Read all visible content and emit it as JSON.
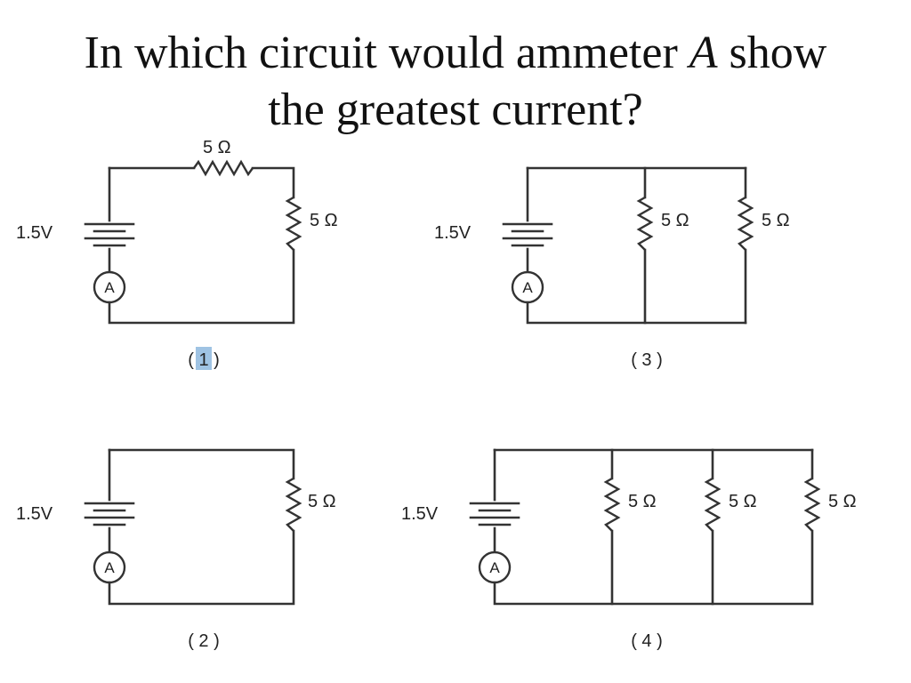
{
  "question": {
    "part1": "In which circuit would ammeter ",
    "variable": "A",
    "part2": " show",
    "line2": "the greatest current?"
  },
  "meter_symbol": "A",
  "circuits": [
    {
      "id": 1,
      "voltage": "1.5V",
      "resistor_labels": [
        "5 Ω",
        "5 Ω"
      ],
      "caption_open": "( ",
      "caption_number": "1",
      "caption_close": " )",
      "caption_highlighted": true
    },
    {
      "id": 2,
      "voltage": "1.5V",
      "resistor_labels": [
        "5 Ω"
      ],
      "caption": "( 2 )"
    },
    {
      "id": 3,
      "voltage": "1.5V",
      "resistor_labels": [
        "5 Ω",
        "5 Ω"
      ],
      "caption": "( 3 )"
    },
    {
      "id": 4,
      "voltage": "1.5V",
      "resistor_labels": [
        "5 Ω",
        "5 Ω",
        "5 Ω"
      ],
      "caption": "( 4 )"
    }
  ],
  "colors": {
    "wire": "#333333",
    "text": "#111111",
    "highlight": "#9fc3e3",
    "background": "#ffffff"
  }
}
